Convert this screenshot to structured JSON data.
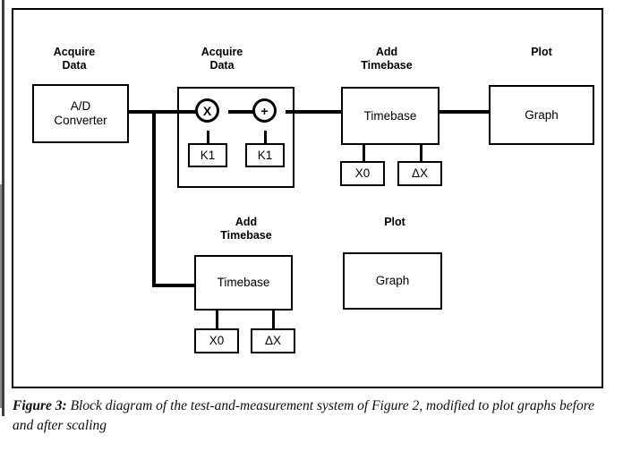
{
  "figure": {
    "caption_label": "Figure 3:",
    "caption_text": " Block diagram of the test-and-measurement system of Figure 2, modified to plot graphs before and after scaling",
    "border_color": "#000000",
    "background_color": "#ffffff"
  },
  "diagram": {
    "type": "block-diagram",
    "top_row": {
      "acquire_data_1": {
        "group_label": "Acquire\nData",
        "block_label": "A/D\nConverter"
      },
      "acquire_data_2": {
        "group_label": "Acquire\nData",
        "multiply_operator": "X",
        "add_operator": "+",
        "multiply_constant": "K1",
        "add_constant": "K1"
      },
      "add_timebase": {
        "group_label": "Add\nTimebase",
        "block_label": "Timebase",
        "param_x0": "X0",
        "param_dx": "ΔX"
      },
      "plot": {
        "group_label": "Plot",
        "block_label": "Graph"
      }
    },
    "bottom_row": {
      "add_timebase": {
        "group_label": "Add\nTimebase",
        "block_label": "Timebase",
        "param_x0": "X0",
        "param_dx": "ΔX"
      },
      "plot": {
        "group_label": "Plot",
        "block_label": "Graph"
      }
    }
  }
}
